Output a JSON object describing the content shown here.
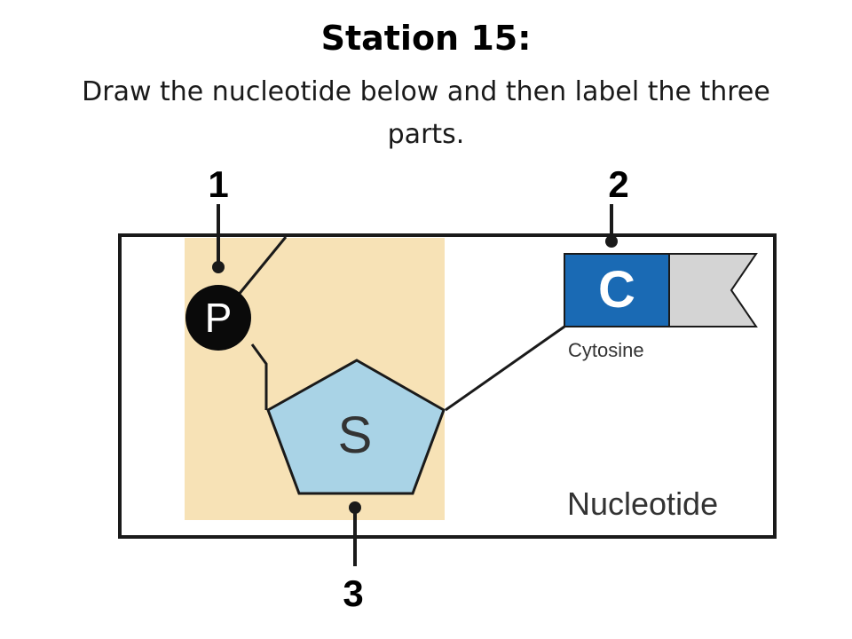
{
  "slide": {
    "title": "Station 15:",
    "instruction": "Draw the nucleotide below and then label the three parts."
  },
  "diagram": {
    "callouts": [
      "1",
      "2",
      "3"
    ],
    "phosphate": {
      "letter": "P",
      "color": "#0a0a0a"
    },
    "sugar": {
      "letter": "S",
      "color": "#a9d3e6"
    },
    "base": {
      "letter": "C",
      "name": "Cytosine",
      "color": "#1a6ab4",
      "tag_color": "#d4d4d4"
    },
    "backbone_highlight_color": "#f7e2b6",
    "label": "Nucleotide"
  }
}
